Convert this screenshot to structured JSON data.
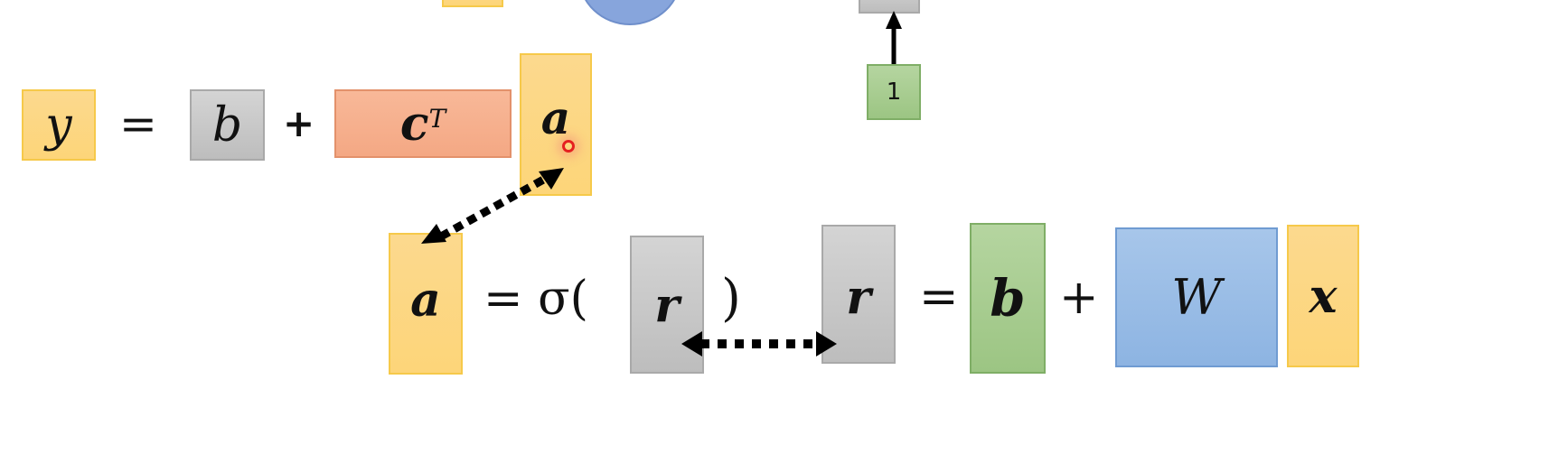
{
  "equation_y": {
    "y": "y",
    "equals": "=",
    "b": "b",
    "plus": "+",
    "c": "c",
    "c_sup": "T",
    "a": "a"
  },
  "equation_a": {
    "a": "a",
    "equals_sigma": "= σ(",
    "r": "r",
    "close_paren": ")"
  },
  "equation_r": {
    "r": "r",
    "equals": "=",
    "b": "b",
    "plus": "+",
    "W": "W",
    "x": "x"
  },
  "top_fragment": {
    "bias_input": "1"
  },
  "colors": {
    "yellow": "#fdd579",
    "gray": "#c8c8c8",
    "orange": "#f4a884",
    "green": "#9cc583",
    "blue": "#8db4e2",
    "cursor_red": "#e52020"
  }
}
